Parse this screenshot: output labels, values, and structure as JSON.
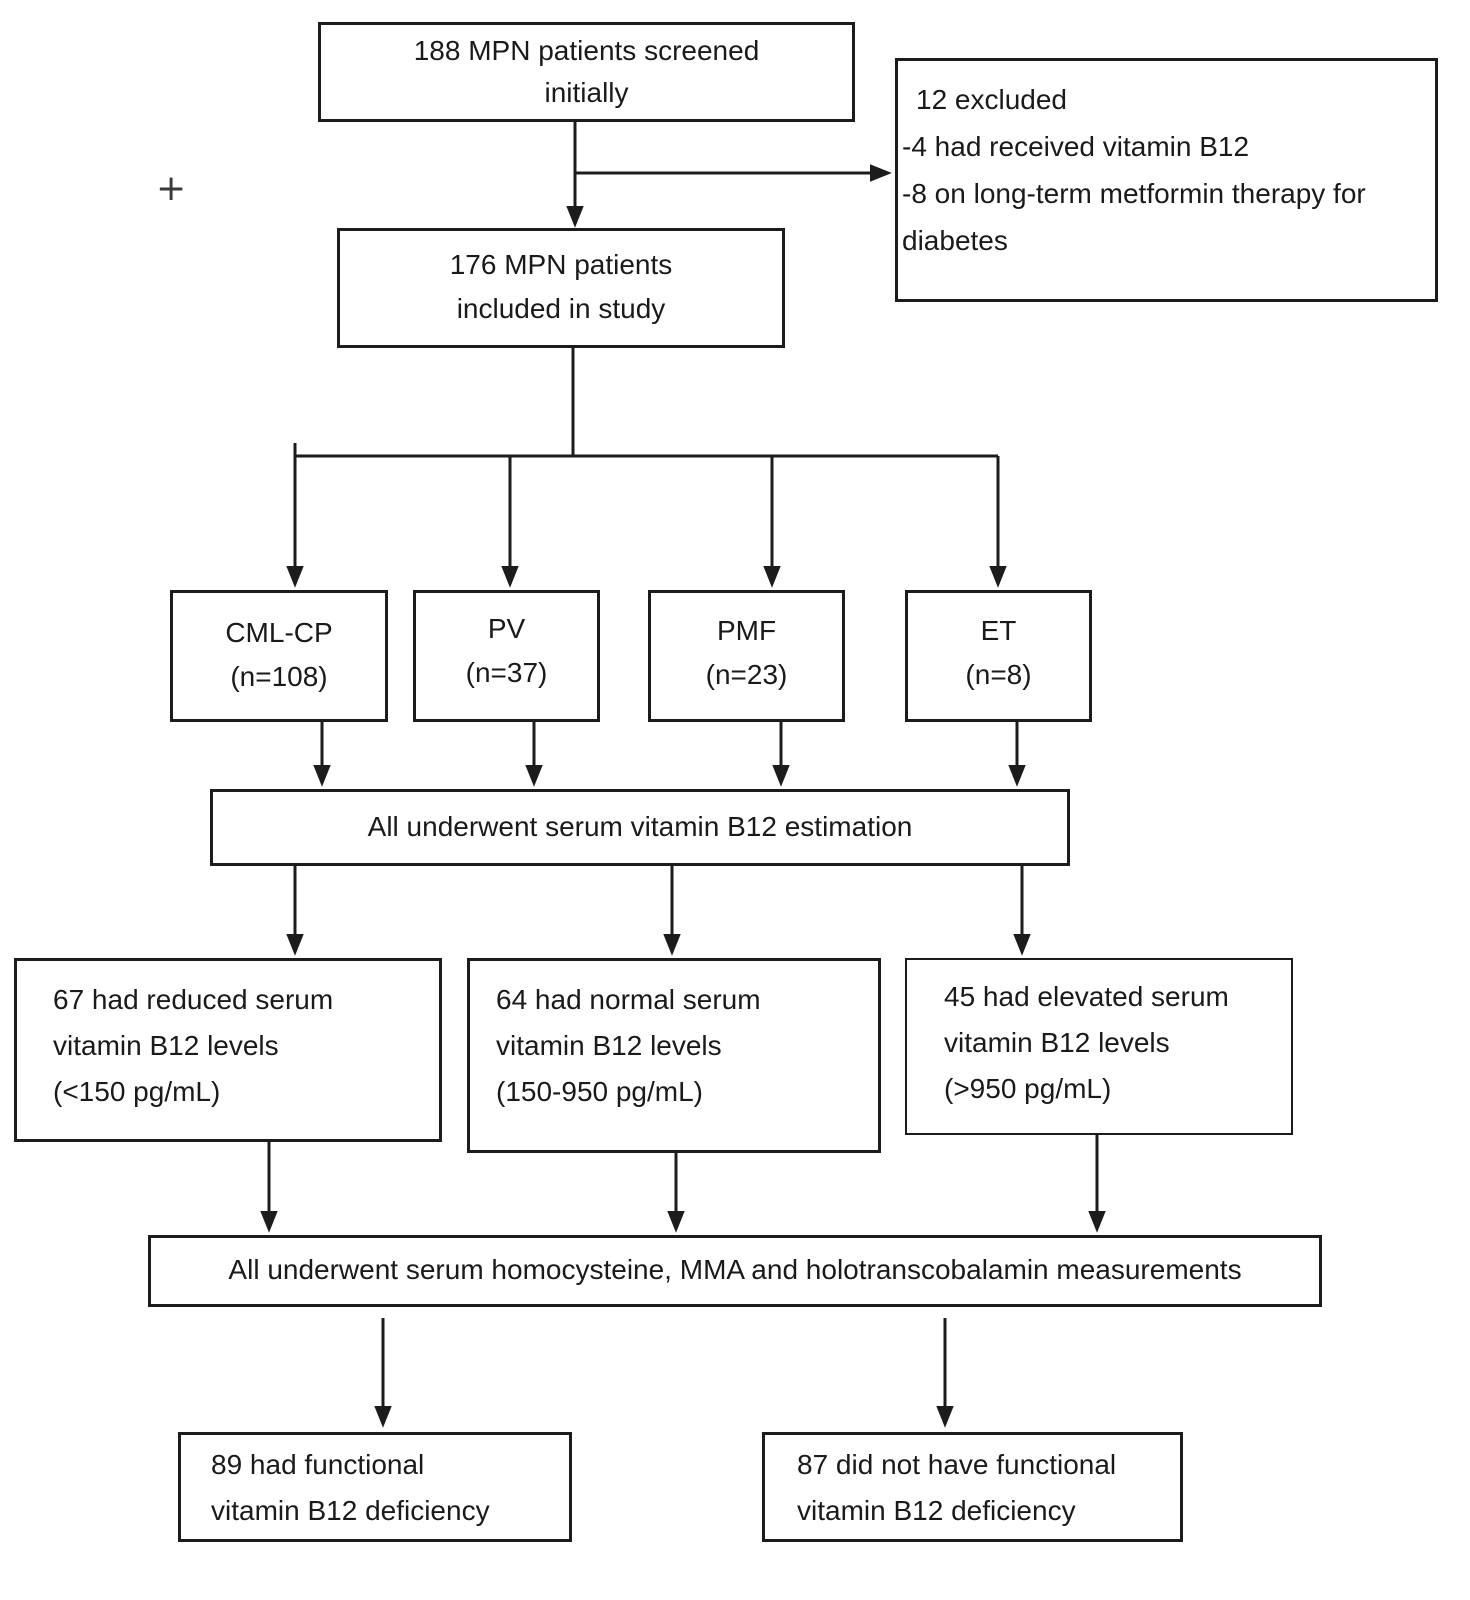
{
  "diagram": {
    "kind": "study-enrollment-flowchart",
    "ink_color": "#1c1c1c",
    "background_color": "#ffffff",
    "plus_mark": "+",
    "nodes": {
      "screened": {
        "line1": "188 MPN patients screened",
        "line2": "initially"
      },
      "excluded": {
        "line1": "12 excluded",
        "line2": "-4 had received vitamin B12",
        "line3": "-8 on long-term metformin therapy for",
        "line4": "diabetes"
      },
      "included": {
        "line1": "176 MPN patients",
        "line2": "included in study"
      },
      "cml": {
        "line1": "CML-CP",
        "line2": "(n=108)"
      },
      "pv": {
        "line1": "PV",
        "line2": "(n=37)"
      },
      "pmf": {
        "line1": "PMF",
        "line2": "(n=23)"
      },
      "et": {
        "line1": "ET",
        "line2": "(n=8)"
      },
      "b12_estimation": {
        "line1": "All underwent serum vitamin B12 estimation"
      },
      "reduced": {
        "line1": "67 had reduced serum",
        "line2": "vitamin B12 levels",
        "line3": "(<150 pg/mL)"
      },
      "normal": {
        "line1": "64 had normal serum",
        "line2": "vitamin B12 levels",
        "line3": "(150-950 pg/mL)"
      },
      "elevated": {
        "line1": "45 had elevated serum",
        "line2": "vitamin B12 levels",
        "line3": "(>950 pg/mL)"
      },
      "measurements": {
        "line1": "All underwent serum homocysteine, MMA and holotranscobalamin measurements"
      },
      "functional": {
        "line1": "89 had functional",
        "line2": "vitamin B12 deficiency"
      },
      "not_functional": {
        "line1": "87 did not have functional",
        "line2": "vitamin B12 deficiency"
      }
    },
    "edges": [
      {
        "from": "screened",
        "to": "included"
      },
      {
        "from": "screened",
        "to": "excluded"
      },
      {
        "from": "included",
        "to": "cml"
      },
      {
        "from": "included",
        "to": "pv"
      },
      {
        "from": "included",
        "to": "pmf"
      },
      {
        "from": "included",
        "to": "et"
      },
      {
        "from": "cml",
        "to": "b12_estimation"
      },
      {
        "from": "pv",
        "to": "b12_estimation"
      },
      {
        "from": "pmf",
        "to": "b12_estimation"
      },
      {
        "from": "et",
        "to": "b12_estimation"
      },
      {
        "from": "b12_estimation",
        "to": "reduced"
      },
      {
        "from": "b12_estimation",
        "to": "normal"
      },
      {
        "from": "b12_estimation",
        "to": "elevated"
      },
      {
        "from": "reduced",
        "to": "measurements"
      },
      {
        "from": "normal",
        "to": "measurements"
      },
      {
        "from": "elevated",
        "to": "measurements"
      },
      {
        "from": "measurements",
        "to": "functional"
      },
      {
        "from": "measurements",
        "to": "not_functional"
      }
    ]
  }
}
